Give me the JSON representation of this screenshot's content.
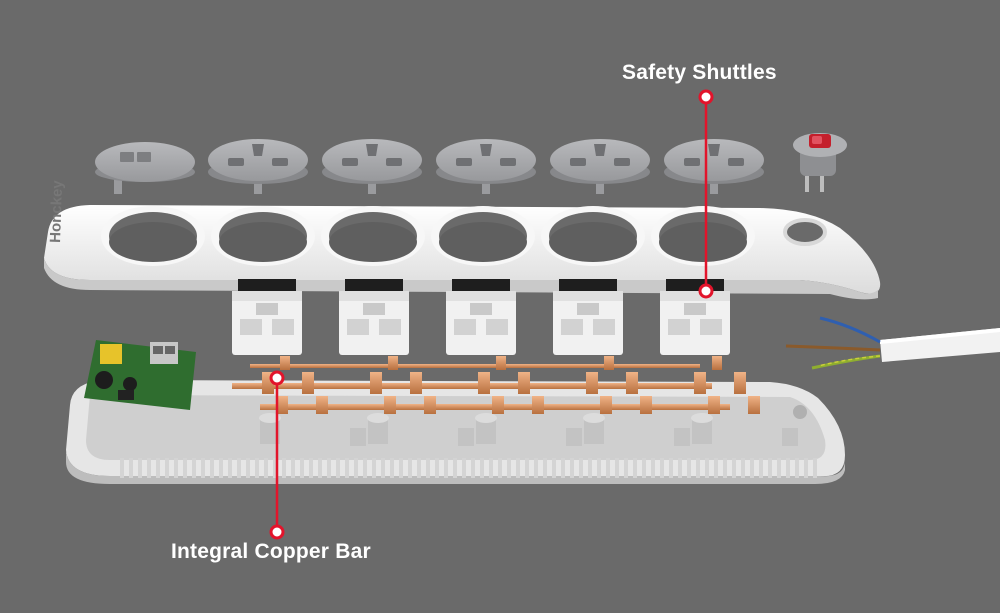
{
  "callouts": {
    "safety_shuttles": "Safety Shuttles",
    "copper_bar": "Integral Copper Bar"
  },
  "brand": "Honckey",
  "colors": {
    "background": "#6a6a6a",
    "callout": "#e2142b",
    "plastic": "#f0f0f0",
    "socket_face": "#a9aaad",
    "copper": "#d9925e",
    "pcb": "#2f6d2f",
    "switch": "#c41f2c"
  },
  "socket_count": 5
}
